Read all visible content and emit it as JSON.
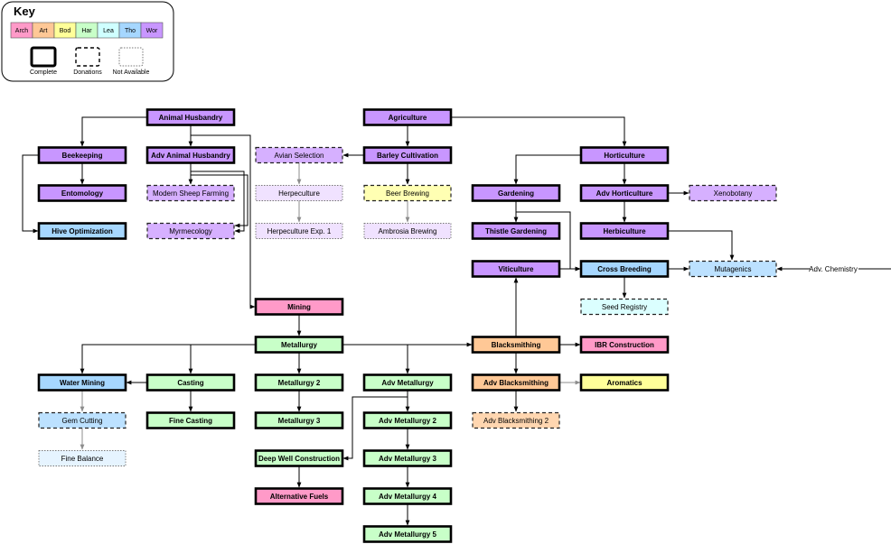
{
  "key": {
    "title": "Key",
    "categories": [
      {
        "id": "arch",
        "label": "Arch"
      },
      {
        "id": "art",
        "label": "Art"
      },
      {
        "id": "bod",
        "label": "Bod"
      },
      {
        "id": "har",
        "label": "Har"
      },
      {
        "id": "lea",
        "label": "Lea"
      },
      {
        "id": "tho",
        "label": "Tho"
      },
      {
        "id": "wor",
        "label": "Wor"
      }
    ],
    "complete_label": "Complete",
    "donations_label": "Donations",
    "not_available_label": "Not Available"
  },
  "colors": {
    "arch": "#ff9ac8",
    "art": "#ffc896",
    "bod": "#ffff99",
    "har": "#c8ffc8",
    "lea": "#cfffff",
    "tho": "#a6d7ff",
    "wor": "#c896ff"
  },
  "external_input": "Adv. Chemistry",
  "nodes": [
    {
      "id": "animal-husbandry",
      "label": "Animal Husbandry",
      "category": "wor",
      "status": "complete"
    },
    {
      "id": "beekeeping",
      "label": "Beekeeping",
      "category": "wor",
      "status": "complete"
    },
    {
      "id": "adv-animal-husbandry",
      "label": "Adv Animal Husbandry",
      "category": "wor",
      "status": "complete"
    },
    {
      "id": "entomology",
      "label": "Entomology",
      "category": "wor",
      "status": "complete"
    },
    {
      "id": "modern-sheep-farming",
      "label": "Modern Sheep Farming",
      "category": "wor",
      "status": "donations"
    },
    {
      "id": "hive-optimization",
      "label": "Hive Optimization",
      "category": "tho",
      "status": "complete"
    },
    {
      "id": "myrmecology",
      "label": "Myrmecology",
      "category": "wor",
      "status": "donations"
    },
    {
      "id": "agriculture",
      "label": "Agriculture",
      "category": "wor",
      "status": "complete"
    },
    {
      "id": "avian-selection",
      "label": "Avian Selection",
      "category": "wor",
      "status": "donations"
    },
    {
      "id": "barley-cultivation",
      "label": "Barley Cultivation",
      "category": "wor",
      "status": "complete"
    },
    {
      "id": "herpeculture",
      "label": "Herpeculture",
      "category": "wor",
      "status": "unavailable"
    },
    {
      "id": "beer-brewing",
      "label": "Beer Brewing",
      "category": "bod",
      "status": "donations"
    },
    {
      "id": "herpeculture-exp-1",
      "label": "Herpeculture Exp. 1",
      "category": "wor",
      "status": "unavailable"
    },
    {
      "id": "ambrosia-brewing",
      "label": "Ambrosia Brewing",
      "category": "wor",
      "status": "unavailable"
    },
    {
      "id": "horticulture",
      "label": "Horticulture",
      "category": "wor",
      "status": "complete"
    },
    {
      "id": "gardening",
      "label": "Gardening",
      "category": "wor",
      "status": "complete"
    },
    {
      "id": "adv-horticulture",
      "label": "Adv Horticulture",
      "category": "wor",
      "status": "complete"
    },
    {
      "id": "xenobotany",
      "label": "Xenobotany",
      "category": "wor",
      "status": "donations"
    },
    {
      "id": "thistle-gardening",
      "label": "Thistle Gardening",
      "category": "wor",
      "status": "complete"
    },
    {
      "id": "herbiculture",
      "label": "Herbiculture",
      "category": "wor",
      "status": "complete"
    },
    {
      "id": "viticulture",
      "label": "Viticulture",
      "category": "wor",
      "status": "complete"
    },
    {
      "id": "cross-breeding",
      "label": "Cross Breeding",
      "category": "tho",
      "status": "complete"
    },
    {
      "id": "mutagenics",
      "label": "Mutagenics",
      "category": "tho",
      "status": "donations"
    },
    {
      "id": "seed-registry",
      "label": "Seed Registry",
      "category": "lea",
      "status": "donations"
    },
    {
      "id": "mining",
      "label": "Mining",
      "category": "arch",
      "status": "complete"
    },
    {
      "id": "metallurgy",
      "label": "Metallurgy",
      "category": "har",
      "status": "complete"
    },
    {
      "id": "blacksmithing",
      "label": "Blacksmithing",
      "category": "art",
      "status": "complete"
    },
    {
      "id": "ibr-construction",
      "label": "IBR Construction",
      "category": "arch",
      "status": "complete"
    },
    {
      "id": "water-mining",
      "label": "Water Mining",
      "category": "tho",
      "status": "complete"
    },
    {
      "id": "casting",
      "label": "Casting",
      "category": "har",
      "status": "complete"
    },
    {
      "id": "metallurgy-2",
      "label": "Metallurgy 2",
      "category": "har",
      "status": "complete"
    },
    {
      "id": "adv-metallurgy",
      "label": "Adv Metallurgy",
      "category": "har",
      "status": "complete"
    },
    {
      "id": "adv-blacksmithing",
      "label": "Adv Blacksmithing",
      "category": "art",
      "status": "complete"
    },
    {
      "id": "aromatics",
      "label": "Aromatics",
      "category": "bod",
      "status": "complete"
    },
    {
      "id": "gem-cutting",
      "label": "Gem Cutting",
      "category": "tho",
      "status": "donations"
    },
    {
      "id": "fine-casting",
      "label": "Fine Casting",
      "category": "har",
      "status": "complete"
    },
    {
      "id": "metallurgy-3",
      "label": "Metallurgy 3",
      "category": "har",
      "status": "complete"
    },
    {
      "id": "adv-metallurgy-2",
      "label": "Adv Metallurgy 2",
      "category": "har",
      "status": "complete"
    },
    {
      "id": "adv-blacksmithing-2",
      "label": "Adv Blacksmithing 2",
      "category": "art",
      "status": "donations"
    },
    {
      "id": "fine-balance",
      "label": "Fine Balance",
      "category": "tho",
      "status": "unavailable"
    },
    {
      "id": "deep-well-construction",
      "label": "Deep Well Construction",
      "category": "har",
      "status": "complete"
    },
    {
      "id": "adv-metallurgy-3",
      "label": "Adv Metallurgy 3",
      "category": "har",
      "status": "complete"
    },
    {
      "id": "alternative-fuels",
      "label": "Alternative Fuels",
      "category": "arch",
      "status": "complete"
    },
    {
      "id": "adv-metallurgy-4",
      "label": "Adv Metallurgy 4",
      "category": "har",
      "status": "complete"
    },
    {
      "id": "adv-metallurgy-5",
      "label": "Adv Metallurgy 5",
      "category": "har",
      "status": "complete"
    }
  ]
}
